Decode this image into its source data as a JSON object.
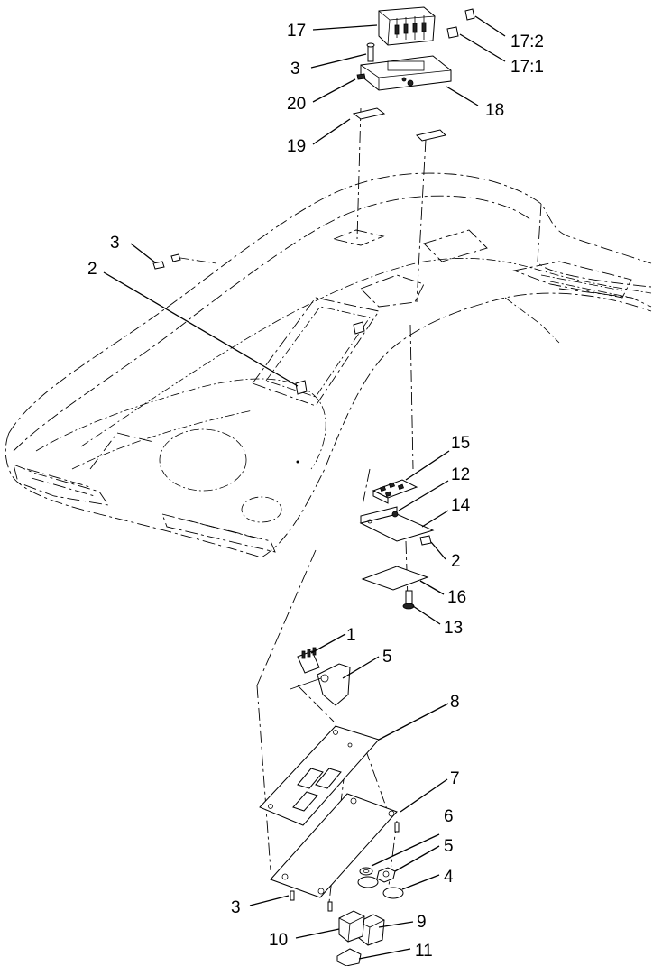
{
  "callouts": [
    {
      "label": "17"
    },
    {
      "label": "17:2"
    },
    {
      "label": "17:1"
    },
    {
      "label": "3"
    },
    {
      "label": "20"
    },
    {
      "label": "18"
    },
    {
      "label": "19"
    },
    {
      "label": "3"
    },
    {
      "label": "2"
    },
    {
      "label": "15"
    },
    {
      "label": "12"
    },
    {
      "label": "14"
    },
    {
      "label": "2"
    },
    {
      "label": "16"
    },
    {
      "label": "13"
    },
    {
      "label": "1"
    },
    {
      "label": "5"
    },
    {
      "label": "8"
    },
    {
      "label": "7"
    },
    {
      "label": "6"
    },
    {
      "label": "5"
    },
    {
      "label": "4"
    },
    {
      "label": "3"
    },
    {
      "label": "9"
    },
    {
      "label": "10"
    },
    {
      "label": "11"
    }
  ]
}
